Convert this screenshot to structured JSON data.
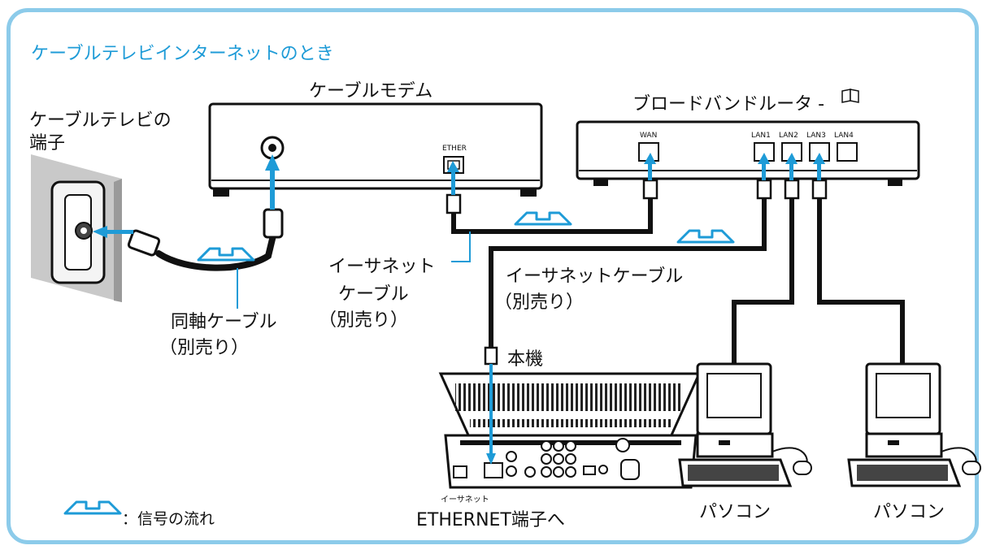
{
  "title": "ケーブルテレビインターネットのとき",
  "labels": {
    "modem": "ケーブルモデム",
    "router": "ブロードバンドルータ -",
    "catv_port_line1": "ケーブルテレビの",
    "catv_port_line2": "端子",
    "coax_cable": "同軸ケーブル",
    "coax_sold_separately": "（別売り）",
    "ethernet_cable_a_line1": "イーサネット",
    "ethernet_cable_a_line2": "ケーブル",
    "ethernet_cable_a_sold": "（別売り）",
    "ethernet_cable_b": "イーサネットケーブル",
    "ethernet_cable_b_sold": "（別売り）",
    "main_unit": "本機",
    "pc_left": "パソコン",
    "pc_right": "パソコン",
    "ethernet_ruby": "イーサネット",
    "ethernet_terminal": "ETHERNET端子へ",
    "legend": "：信号の流れ"
  },
  "ports": {
    "ether": "ETHER",
    "wan": "WAN",
    "lan1": "LAN1",
    "lan2": "LAN2",
    "lan3": "LAN3",
    "lan4": "LAN4"
  },
  "colors": {
    "frame": "#8ccbea",
    "accent": "#1e9bd7",
    "cable": "#111111"
  },
  "icons": {
    "book": "book-icon"
  }
}
